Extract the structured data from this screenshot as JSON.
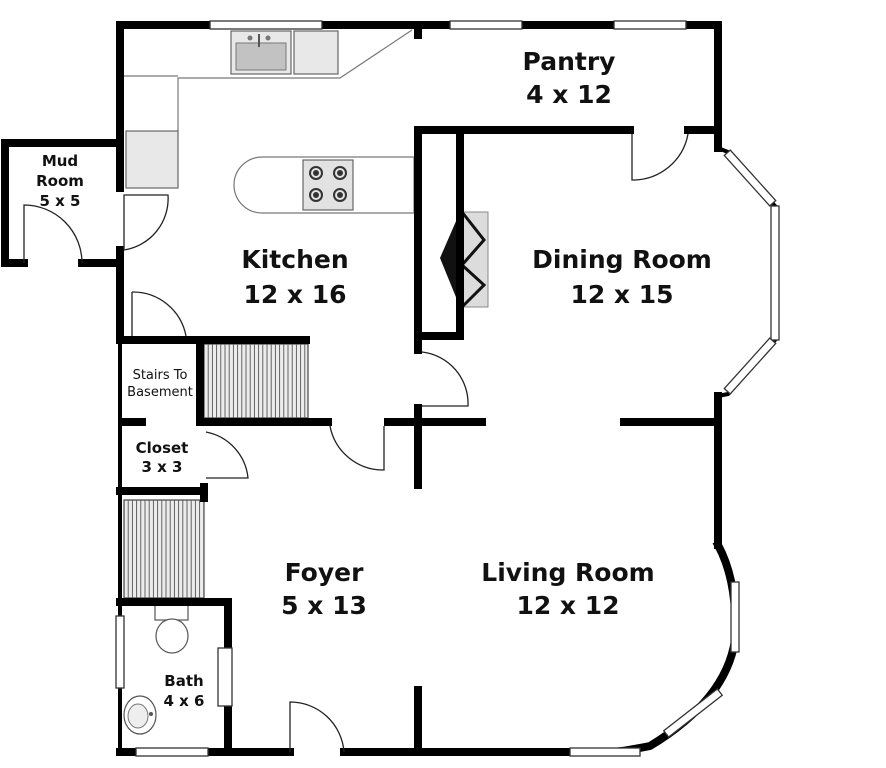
{
  "rooms": {
    "pantry": {
      "name": "Pantry",
      "size": "4 x 12"
    },
    "mud_room": {
      "name_line1": "Mud",
      "name_line2": "Room",
      "size": "5 x 5"
    },
    "kitchen": {
      "name": "Kitchen",
      "size": "12 x 16"
    },
    "dining_room": {
      "name": "Dining Room",
      "size": "12 x 15"
    },
    "stairs_basement": {
      "line1": "Stairs To",
      "line2": "Basement"
    },
    "closet": {
      "name": "Closet",
      "size": "3 x 3"
    },
    "foyer": {
      "name": "Foyer",
      "size": "5 x 13"
    },
    "living_room": {
      "name": "Living Room",
      "size": "12 x 12"
    },
    "bath": {
      "name": "Bath",
      "size": "4 x 6"
    }
  },
  "icons": [
    "sink-icon",
    "stove-icon",
    "fireplace-icon",
    "toilet-icon",
    "stairs-icon",
    "door-swing-icon",
    "window-icon",
    "refrigerator-icon"
  ]
}
